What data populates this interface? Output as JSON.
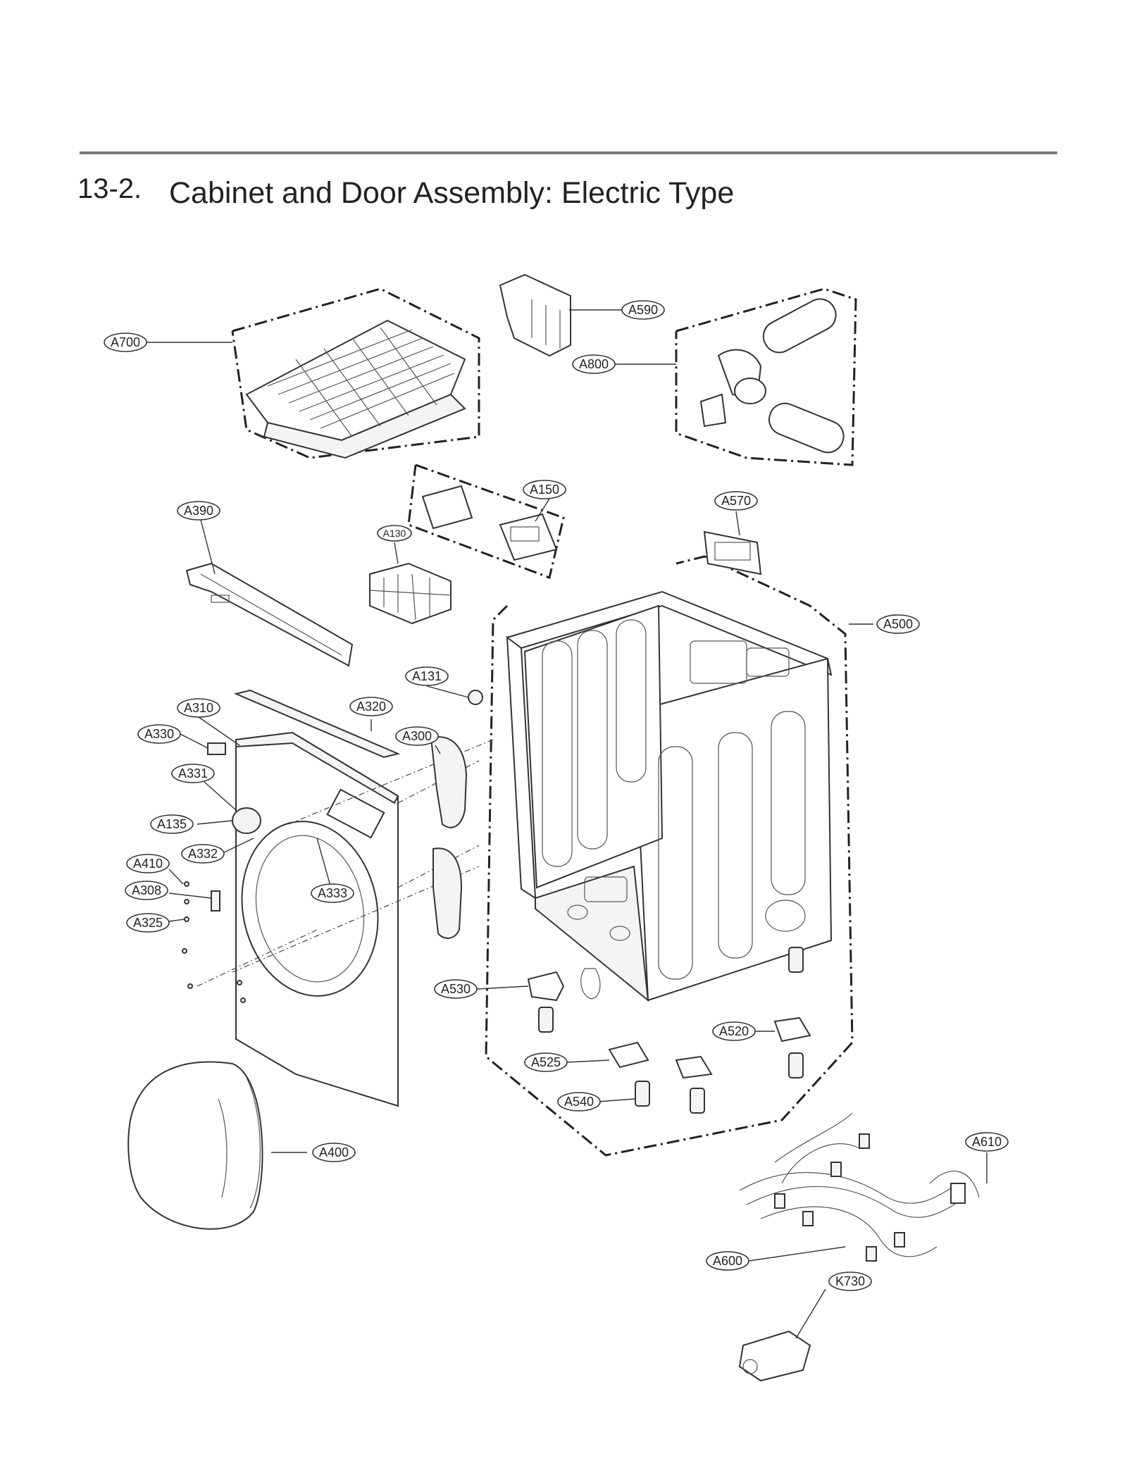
{
  "section": {
    "number": "13-2.",
    "title": "Cabinet and Door Assembly: Electric Type"
  },
  "labels": {
    "a700": "A700",
    "a590": "A590",
    "a800": "A800",
    "a150": "A150",
    "a130": "A130",
    "a570": "A570",
    "a390": "A390",
    "a500": "A500",
    "a131": "A131",
    "a310": "A310",
    "a320": "A320",
    "a330": "A330",
    "a300": "A300",
    "a331": "A331",
    "a135": "A135",
    "a332": "A332",
    "a410": "A410",
    "a308": "A308",
    "a333": "A333",
    "a325": "A325",
    "a530": "A530",
    "a520": "A520",
    "a525": "A525",
    "a540": "A540",
    "a400": "A400",
    "a610": "A610",
    "a600": "A600",
    "k730": "K730"
  }
}
